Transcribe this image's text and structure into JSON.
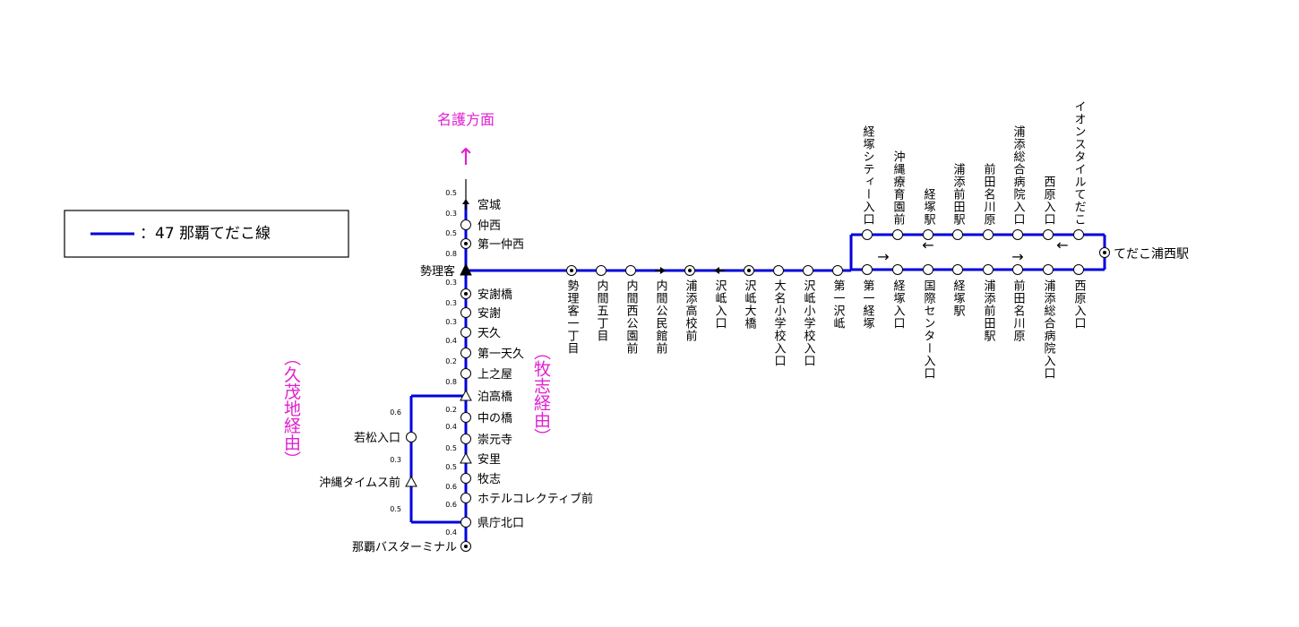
{
  "legend": {
    "text": "：47 那覇てだこ線",
    "line_color": "#0000dd"
  },
  "direction": {
    "label": "名護方面",
    "arrow": "↑"
  },
  "route_notes": {
    "makishi_via": "（牧志経由）",
    "kumoji_via": "（久茂地経由）"
  },
  "colors": {
    "route": "#0000dd",
    "note": "#e020d0"
  },
  "trunk_stops": [
    {
      "name": "宮城",
      "marker": "arrow-up"
    },
    {
      "name": "仲西",
      "marker": "circle"
    },
    {
      "name": "第一仲西",
      "marker": "dot-circle"
    },
    {
      "name": "勢理客",
      "marker": "triangle-filled"
    },
    {
      "name": "安謝橋",
      "marker": "dot-circle"
    },
    {
      "name": "安謝",
      "marker": "circle"
    },
    {
      "name": "天久",
      "marker": "circle"
    },
    {
      "name": "第一天久",
      "marker": "circle"
    },
    {
      "name": "上之屋",
      "marker": "circle"
    },
    {
      "name": "泊高橋",
      "marker": "triangle"
    },
    {
      "name": "中の橋",
      "marker": "circle"
    },
    {
      "name": "崇元寺",
      "marker": "circle"
    },
    {
      "name": "安里",
      "marker": "triangle"
    },
    {
      "name": "牧志",
      "marker": "circle"
    },
    {
      "name": "ホテルコレクティブ前",
      "marker": "circle"
    },
    {
      "name": "県庁北口",
      "marker": "circle"
    },
    {
      "name": "那覇バスターミナル",
      "marker": "dot-circle"
    }
  ],
  "trunk_distances": [
    "0.5",
    "0.3",
    "0.5",
    "0.8",
    "0.3",
    "0.3",
    "0.3",
    "0.4",
    "0.2",
    "0.8",
    "0.2",
    "0.4",
    "0.5",
    "0.5",
    "0.6",
    "0.6",
    "0.4"
  ],
  "kumoji_stops": [
    {
      "name": "若松入口",
      "marker": "circle"
    },
    {
      "name": "沖縄タイムス前",
      "marker": "triangle"
    }
  ],
  "kumoji_distances": [
    "0.6",
    "0.3",
    "0.5"
  ],
  "main_stops": [
    {
      "name": "勢理客一丁目",
      "marker": "dot-circle"
    },
    {
      "name": "内間五丁目",
      "marker": "circle"
    },
    {
      "name": "内間西公園前",
      "marker": "circle"
    },
    {
      "name": "内間公民館前",
      "marker": "arrow-right"
    },
    {
      "name": "浦添高校前",
      "marker": "dot-circle"
    },
    {
      "name": "沢岻入口",
      "marker": "arrow-left"
    },
    {
      "name": "沢岻大橋",
      "marker": "dot-circle"
    },
    {
      "name": "大名小学校入口",
      "marker": "circle"
    },
    {
      "name": "沢岻小学校入口",
      "marker": "circle"
    },
    {
      "name": "第一沢岻",
      "marker": "circle"
    }
  ],
  "lower_loop_stops": [
    {
      "name": "第一経塚",
      "marker": "circle"
    },
    {
      "name": "経塚入口",
      "marker": "circle"
    },
    {
      "name": "国際センター入口",
      "marker": "circle"
    },
    {
      "name": "経塚駅",
      "marker": "circle"
    },
    {
      "name": "浦添前田駅",
      "marker": "circle"
    },
    {
      "name": "前田名川原",
      "marker": "circle"
    },
    {
      "name": "浦添総合病院入口",
      "marker": "circle"
    },
    {
      "name": "西原入口",
      "marker": "circle"
    }
  ],
  "upper_loop_stops": [
    {
      "name": "経塚シティー入口",
      "marker": "circle"
    },
    {
      "name": "沖縄療育園前",
      "marker": "circle"
    },
    {
      "name": "経塚駅",
      "marker": "circle"
    },
    {
      "name": "浦添前田駅",
      "marker": "circle"
    },
    {
      "name": "前田名川原",
      "marker": "circle"
    },
    {
      "name": "浦添総合病院入口",
      "marker": "circle"
    },
    {
      "name": "西原入口",
      "marker": "circle"
    },
    {
      "name": "イオンスタイルてだこ",
      "marker": "circle"
    }
  ],
  "terminal": {
    "name": "てだこ浦西駅",
    "marker": "dot-circle"
  },
  "loop_arrows": {
    "right": "→",
    "left": "←"
  }
}
